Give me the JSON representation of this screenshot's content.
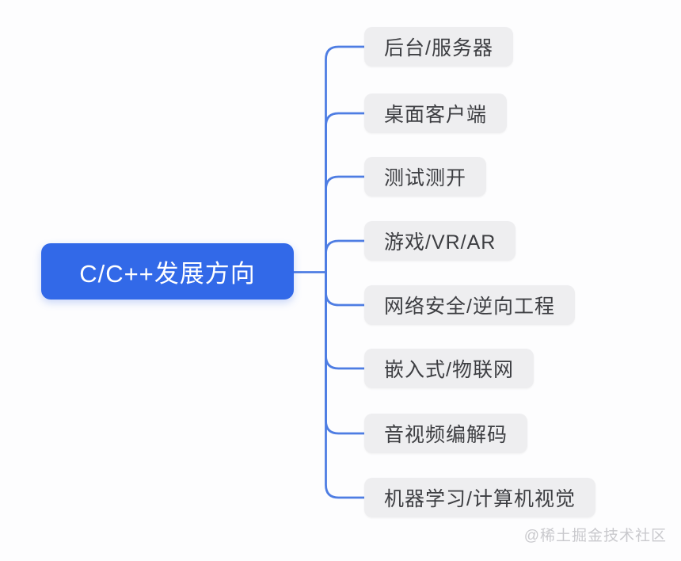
{
  "root": {
    "label": "C/C++发展方向"
  },
  "branches": [
    {
      "label": "后台/服务器"
    },
    {
      "label": "桌面客户端"
    },
    {
      "label": "测试测开"
    },
    {
      "label": "游戏/VR/AR"
    },
    {
      "label": "网络安全/逆向工程"
    },
    {
      "label": "嵌入式/物联网"
    },
    {
      "label": "音视频编解码"
    },
    {
      "label": "机器学习/计算机视觉"
    }
  ],
  "watermark": {
    "label": "@稀土掘金技术社区"
  },
  "colors": {
    "root_fill": "#3269e8",
    "root_text": "#ffffff",
    "branch_fill": "#eeeef0",
    "branch_text": "#3d3e42",
    "connector": "#4e7de3",
    "watermark_text": "#c9c9cd",
    "background": "#fdfdfe"
  }
}
